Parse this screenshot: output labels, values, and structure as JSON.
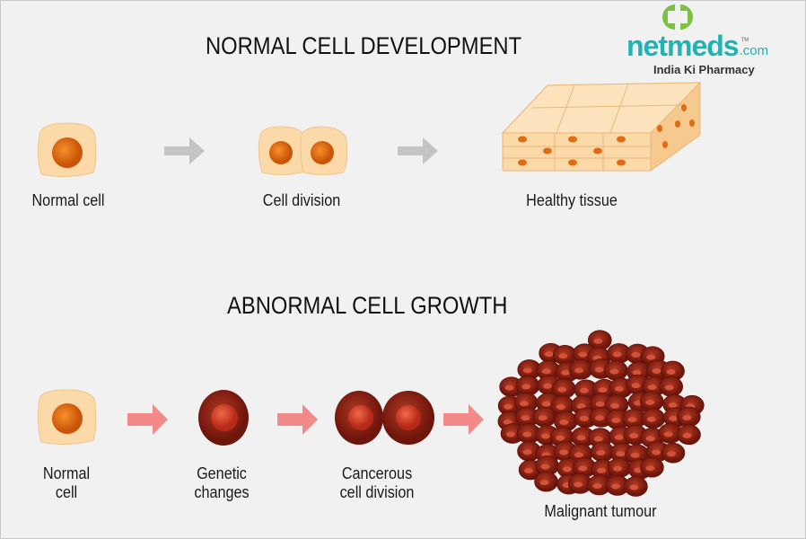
{
  "normal_section": {
    "title": "NORMAL CELL DEVELOPMENT",
    "labels": [
      "Normal cell",
      "Cell division",
      "Healthy tissue"
    ]
  },
  "abnormal_section": {
    "title": "ABNORMAL CELL GROWTH",
    "labels": [
      {
        "line1": "Normal",
        "line2": "cell"
      },
      {
        "line1": "Genetic",
        "line2": "changes"
      },
      {
        "line1": "Cancerous",
        "line2": "cell division"
      },
      {
        "line1": "Malignant tumour",
        "line2": ""
      }
    ]
  },
  "logo": {
    "brand": "netmeds",
    "tld": ".com",
    "tm": "TM",
    "tagline": "India Ki Pharmacy"
  },
  "colors": {
    "cell": "#fbd9a8",
    "nucleus": "#e26a10",
    "cancer": "#8e1f12",
    "gray_arrow": "#c4c4c4",
    "pink_arrow": "#f28a8a",
    "brand_teal": "#1fb3b3",
    "brand_green": "#7cc046"
  }
}
